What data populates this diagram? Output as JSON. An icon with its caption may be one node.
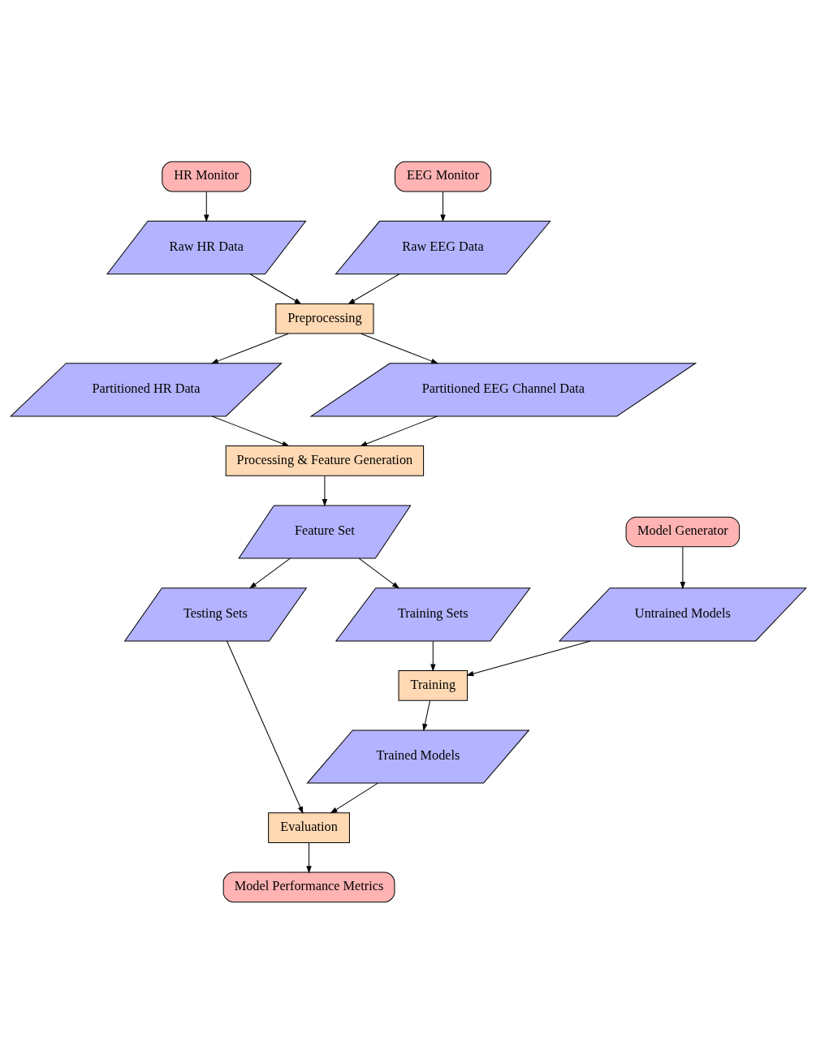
{
  "diagram": {
    "nodes": [
      {
        "text": [
          "HR Monitor"
        ]
      },
      {
        "text": [
          "EEG Monitor"
        ]
      },
      {
        "text": [
          "Raw HR Data"
        ]
      },
      {
        "text": [
          "Raw EEG Data"
        ]
      },
      {
        "text": [
          "Preprocessing"
        ]
      },
      {
        "text": [
          "Partitioned HR Data"
        ]
      },
      {
        "text": [
          "Partitioned EEG Channel Data"
        ]
      },
      {
        "text": [
          "Processing & Feature Generation"
        ]
      },
      {
        "text": [
          "Feature Set"
        ]
      },
      {
        "text": [
          "Model Generator"
        ]
      },
      {
        "text": [
          "Testing Sets"
        ]
      },
      {
        "text": [
          "Training Sets"
        ]
      },
      {
        "text": [
          "Untrained Models"
        ]
      },
      {
        "text": [
          "Training"
        ]
      },
      {
        "text": [
          "Trained Models"
        ]
      },
      {
        "text": [
          "Evaluation"
        ]
      },
      {
        "text": [
          "Model Performance Metrics"
        ]
      }
    ],
    "edges": [
      {
        "from": 0,
        "to": 2,
        "arrow": "to"
      },
      {
        "from": 1,
        "to": 3,
        "arrow": "to"
      },
      {
        "from": 2,
        "to": 4,
        "arrow": "to"
      },
      {
        "from": 3,
        "to": 4,
        "arrow": "to"
      },
      {
        "from": 4,
        "to": 5,
        "arrow": "to"
      },
      {
        "from": 4,
        "to": 6,
        "arrow": "to"
      },
      {
        "from": 5,
        "to": 7,
        "arrow": "to"
      },
      {
        "from": 6,
        "to": 7,
        "arrow": "to"
      },
      {
        "from": 7,
        "to": 8,
        "arrow": "to"
      },
      {
        "from": 8,
        "to": 10,
        "arrow": "to"
      },
      {
        "from": 8,
        "to": 11,
        "arrow": "to"
      },
      {
        "from": 9,
        "to": 12,
        "arrow": "to"
      },
      {
        "from": 11,
        "to": 13,
        "arrow": "to"
      },
      {
        "from": 12,
        "to": 13,
        "arrow": "to"
      },
      {
        "from": 13,
        "to": 14,
        "arrow": "to"
      },
      {
        "from": 10,
        "to": 15,
        "arrow": "to"
      },
      {
        "from": 14,
        "to": 15,
        "arrow": "to"
      },
      {
        "from": 15,
        "to": 16,
        "arrow": "to"
      }
    ]
  }
}
